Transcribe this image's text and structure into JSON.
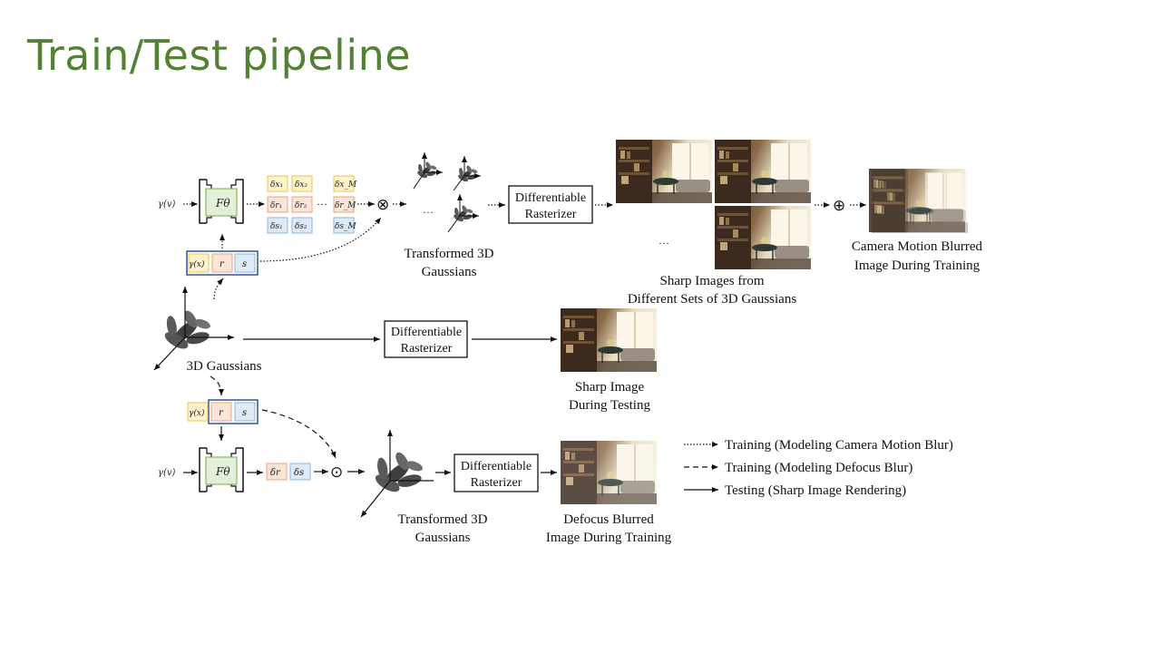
{
  "slide": {
    "title": "Train/Test pipeline"
  },
  "diagram": {
    "inputs": {
      "gamma_v": "γ(v)",
      "gamma_x": "γ(x)",
      "f_theta": "Fθ",
      "r": "r",
      "s": "s"
    },
    "deltas_top": {
      "dx": [
        "δx₁",
        "δx₂",
        "δx_M"
      ],
      "dr": [
        "δr₁",
        "δr₂",
        "δr_M"
      ],
      "ds": [
        "δs₁",
        "δs₂",
        "δs_M"
      ],
      "ellipsis": "···"
    },
    "deltas_bottom": {
      "dr": "δr",
      "ds": "δs"
    },
    "operators": {
      "otimes": "⊗",
      "oplus": "⊕",
      "odot": "⊙"
    },
    "rasterizer": {
      "line1": "Differentiable",
      "line2": "Rasterizer"
    },
    "labels": {
      "transformed_top": [
        "Transformed 3D",
        "Gaussians"
      ],
      "sharp_images": [
        "Sharp Images from",
        "Different Sets of 3D Gaussians"
      ],
      "camera_blur": [
        "Camera Motion Blurred",
        "Image During Training"
      ],
      "gaussians": "3D Gaussians",
      "sharp_test": [
        "Sharp Image",
        "During Testing"
      ],
      "transformed_bottom": [
        "Transformed 3D",
        "Gaussians"
      ],
      "defocus": [
        "Defocus Blurred",
        "Image During Training"
      ],
      "dots": "···"
    },
    "legend": [
      {
        "style": "dotted",
        "label": "Training (Modeling Camera Motion Blur)"
      },
      {
        "style": "dashed",
        "label": "Training (Modeling Defocus Blur)"
      },
      {
        "style": "solid",
        "label": "Testing (Sharp Image Rendering)"
      }
    ]
  },
  "colors": {
    "title": "#548235",
    "f_theta_fill": "#e2f0d9",
    "dx_fill": "#fff2cc",
    "dx_stroke": "#e6c84f",
    "dr_fill": "#fbe5d6",
    "dr_stroke": "#e8a383",
    "ds_fill": "#deebf7",
    "ds_stroke": "#8fb4d8",
    "param_stroke": "#2f5597"
  }
}
